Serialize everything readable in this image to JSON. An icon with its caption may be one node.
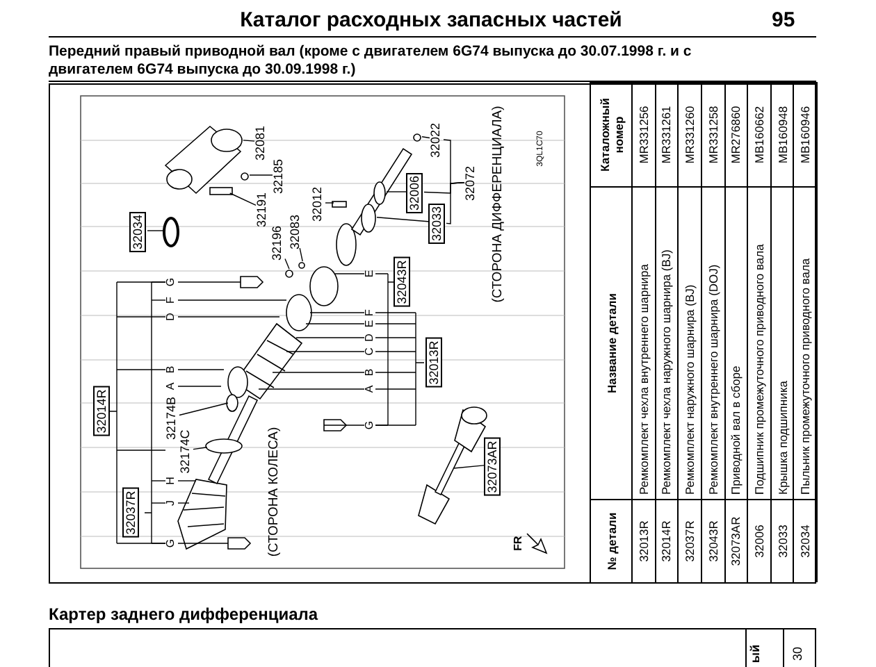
{
  "diagram": {
    "title": "Каталог расходных запасных частей",
    "nodes": [
      {
        "text": [
          "32034"
        ]
      },
      {
        "text": [
          "32081"
        ]
      },
      {
        "text": [
          "32185"
        ]
      },
      {
        "text": [
          "32191"
        ]
      },
      {
        "text": [
          "32196"
        ]
      },
      {
        "text": [
          "32083"
        ]
      },
      {
        "text": [
          "32012"
        ]
      },
      {
        "text": [
          "32022"
        ]
      },
      {
        "text": [
          "32006"
        ]
      },
      {
        "text": [
          "32033"
        ]
      },
      {
        "text": [
          "32072"
        ]
      },
      {
        "text": [
          "32043R"
        ]
      },
      {
        "text": [
          "32014R"
        ]
      },
      {
        "text": [
          "32174B"
        ]
      },
      {
        "text": [
          "32174C"
        ]
      },
      {
        "text": [
          "32013R"
        ]
      },
      {
        "text": [
          "32037R"
        ]
      },
      {
        "text": [
          "32073AR"
        ]
      },
      {
        "text": [],
        "shape": "circle"
      },
      {
        "text": [],
        "shape": "circle"
      },
      {
        "text": [],
        "shape": "circle"
      },
      {
        "text": [],
        "shape": "box"
      },
      {
        "text": [],
        "shape": "circle"
      },
      {
        "text": [],
        "shape": "circle"
      },
      {
        "text": [],
        "shape": "box"
      },
      {
        "text": [],
        "shape": "circle"
      },
      {
        "text": [],
        "shape": "circle"
      },
      {
        "text": [],
        "shape": "circle"
      },
      {
        "text": [],
        "shape": "circle"
      },
      {
        "text": [],
        "shape": "circle"
      },
      {
        "text": [],
        "shape": "picture"
      }
    ],
    "edges": [
      {
        "from": 0,
        "to": 18,
        "arrow": "none"
      },
      {
        "from": 1,
        "to": 19,
        "arrow": "none"
      },
      {
        "from": 2,
        "to": 20,
        "arrow": "none"
      },
      {
        "from": 3,
        "to": 21,
        "arrow": "none"
      },
      {
        "from": 4,
        "to": 22,
        "arrow": "none"
      },
      {
        "from": 5,
        "to": 23,
        "arrow": "none"
      },
      {
        "from": 6,
        "to": 24,
        "arrow": "none"
      },
      {
        "from": 7,
        "to": 25,
        "arrow": "none"
      },
      {
        "from": 8,
        "to": 26,
        "arrow": "none"
      },
      {
        "from": 9,
        "to": 27,
        "arrow": "none"
      },
      {
        "from": 13,
        "to": 28,
        "arrow": "none"
      },
      {
        "from": 14,
        "to": 29,
        "arrow": "none"
      },
      {
        "from": 17,
        "to": 30,
        "arrow": "none"
      },
      {
        "from": 10,
        "to": 7,
        "arrow": "none"
      },
      {
        "from": 10,
        "to": 8,
        "arrow": "none"
      },
      {
        "from": 10,
        "to": 9,
        "arrow": "none"
      }
    ],
    "labels": [
      "95",
      "Передний правый приводной вал (кроме с двигателем 6G74 выпуска до 30.07.1998 г. и с двигателем 6G74 выпуска до 30.09.1998 г.)",
      "G",
      "F",
      "D",
      "B",
      "A",
      "H",
      "J",
      "G",
      "E",
      "F",
      "E",
      "D",
      "C",
      "B",
      "A",
      "G",
      "(СТОРОНА КОЛЕСА)",
      "(СТОРОНА ДИФФЕРЕНЦИАЛА)",
      "3QL1C70",
      "FR",
      "№ детали",
      "Название детали",
      "Каталожный номер",
      "32013R",
      "Ремкомплект чехла внутреннего шарнира",
      "MR331256",
      "32014R",
      "Ремкомплект чехла наружного шарнира (BJ)",
      "MR331261",
      "32037R",
      "Ремкомплект наружного шарнира (BJ)",
      "MR331260",
      "32043R",
      "Ремкомплект внутреннего шарнира (DOJ)",
      "MR331258",
      "32073AR",
      "Приводной вал в сборе",
      "MR276860",
      "32006",
      "Подшипник промежуточного приводного вала",
      "MB160662",
      "32033",
      "Крышка подшипника",
      "MB160948",
      "32034",
      "Пыльник промежуточного приводного вала",
      "MB160946",
      "Картер заднего дифференциала",
      "ый",
      "30"
    ]
  }
}
